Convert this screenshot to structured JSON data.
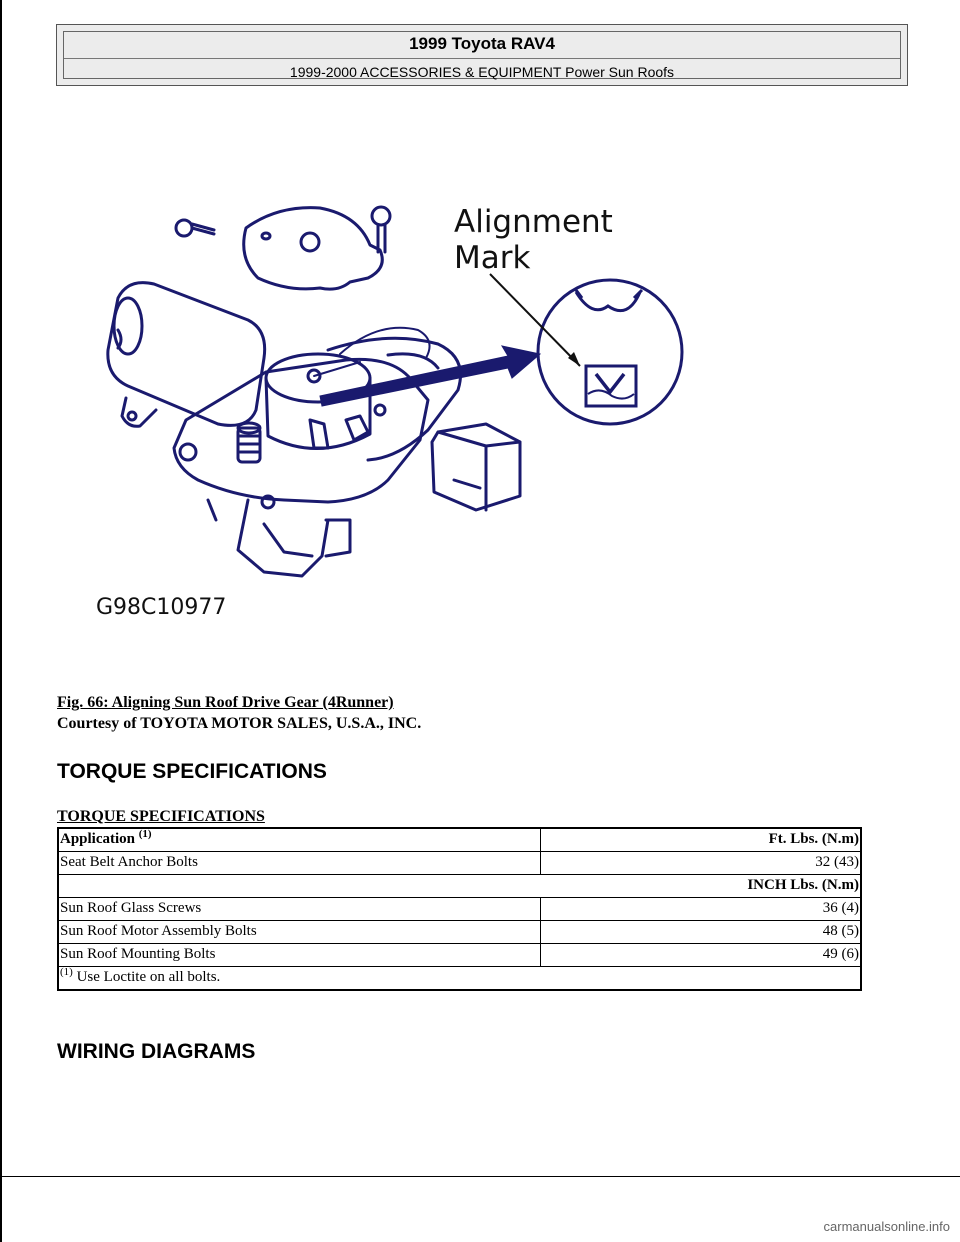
{
  "header": {
    "title": "1999 Toyota RAV4",
    "subtitle": "1999-2000 ACCESSORIES & EQUIPMENT Power Sun Roofs"
  },
  "figure": {
    "callout_line1": "Alignment",
    "callout_line2": "Mark",
    "code": "G98C10977"
  },
  "caption": {
    "title": "Fig. 66: Aligning Sun Roof Drive Gear (4Runner)",
    "courtesy": "Courtesy of TOYOTA MOTOR SALES, U.S.A., INC."
  },
  "sections": {
    "torque_heading": "TORQUE SPECIFICATIONS",
    "wiring_heading": "WIRING DIAGRAMS"
  },
  "table": {
    "title": "TORQUE SPECIFICATIONS",
    "header_application": "Application",
    "header_note_mark": "(1)",
    "header_units": "Ft. Lbs. (N.m)",
    "rows_ft": [
      {
        "application": "Seat Belt Anchor Bolts",
        "value": "32 (43)"
      }
    ],
    "inch_header": "INCH Lbs. (N.m)",
    "rows_inch": [
      {
        "application": "Sun Roof Glass Screws",
        "value": "36 (4)"
      },
      {
        "application": "Sun Roof Motor Assembly Bolts",
        "value": "48 (5)"
      },
      {
        "application": "Sun Roof Mounting Bolts",
        "value": "49 (6)"
      }
    ],
    "footnote_mark": "(1)",
    "footnote_text": "Use Loctite on all bolts."
  },
  "footer": {
    "watermark": "carmanualsonline.info"
  }
}
